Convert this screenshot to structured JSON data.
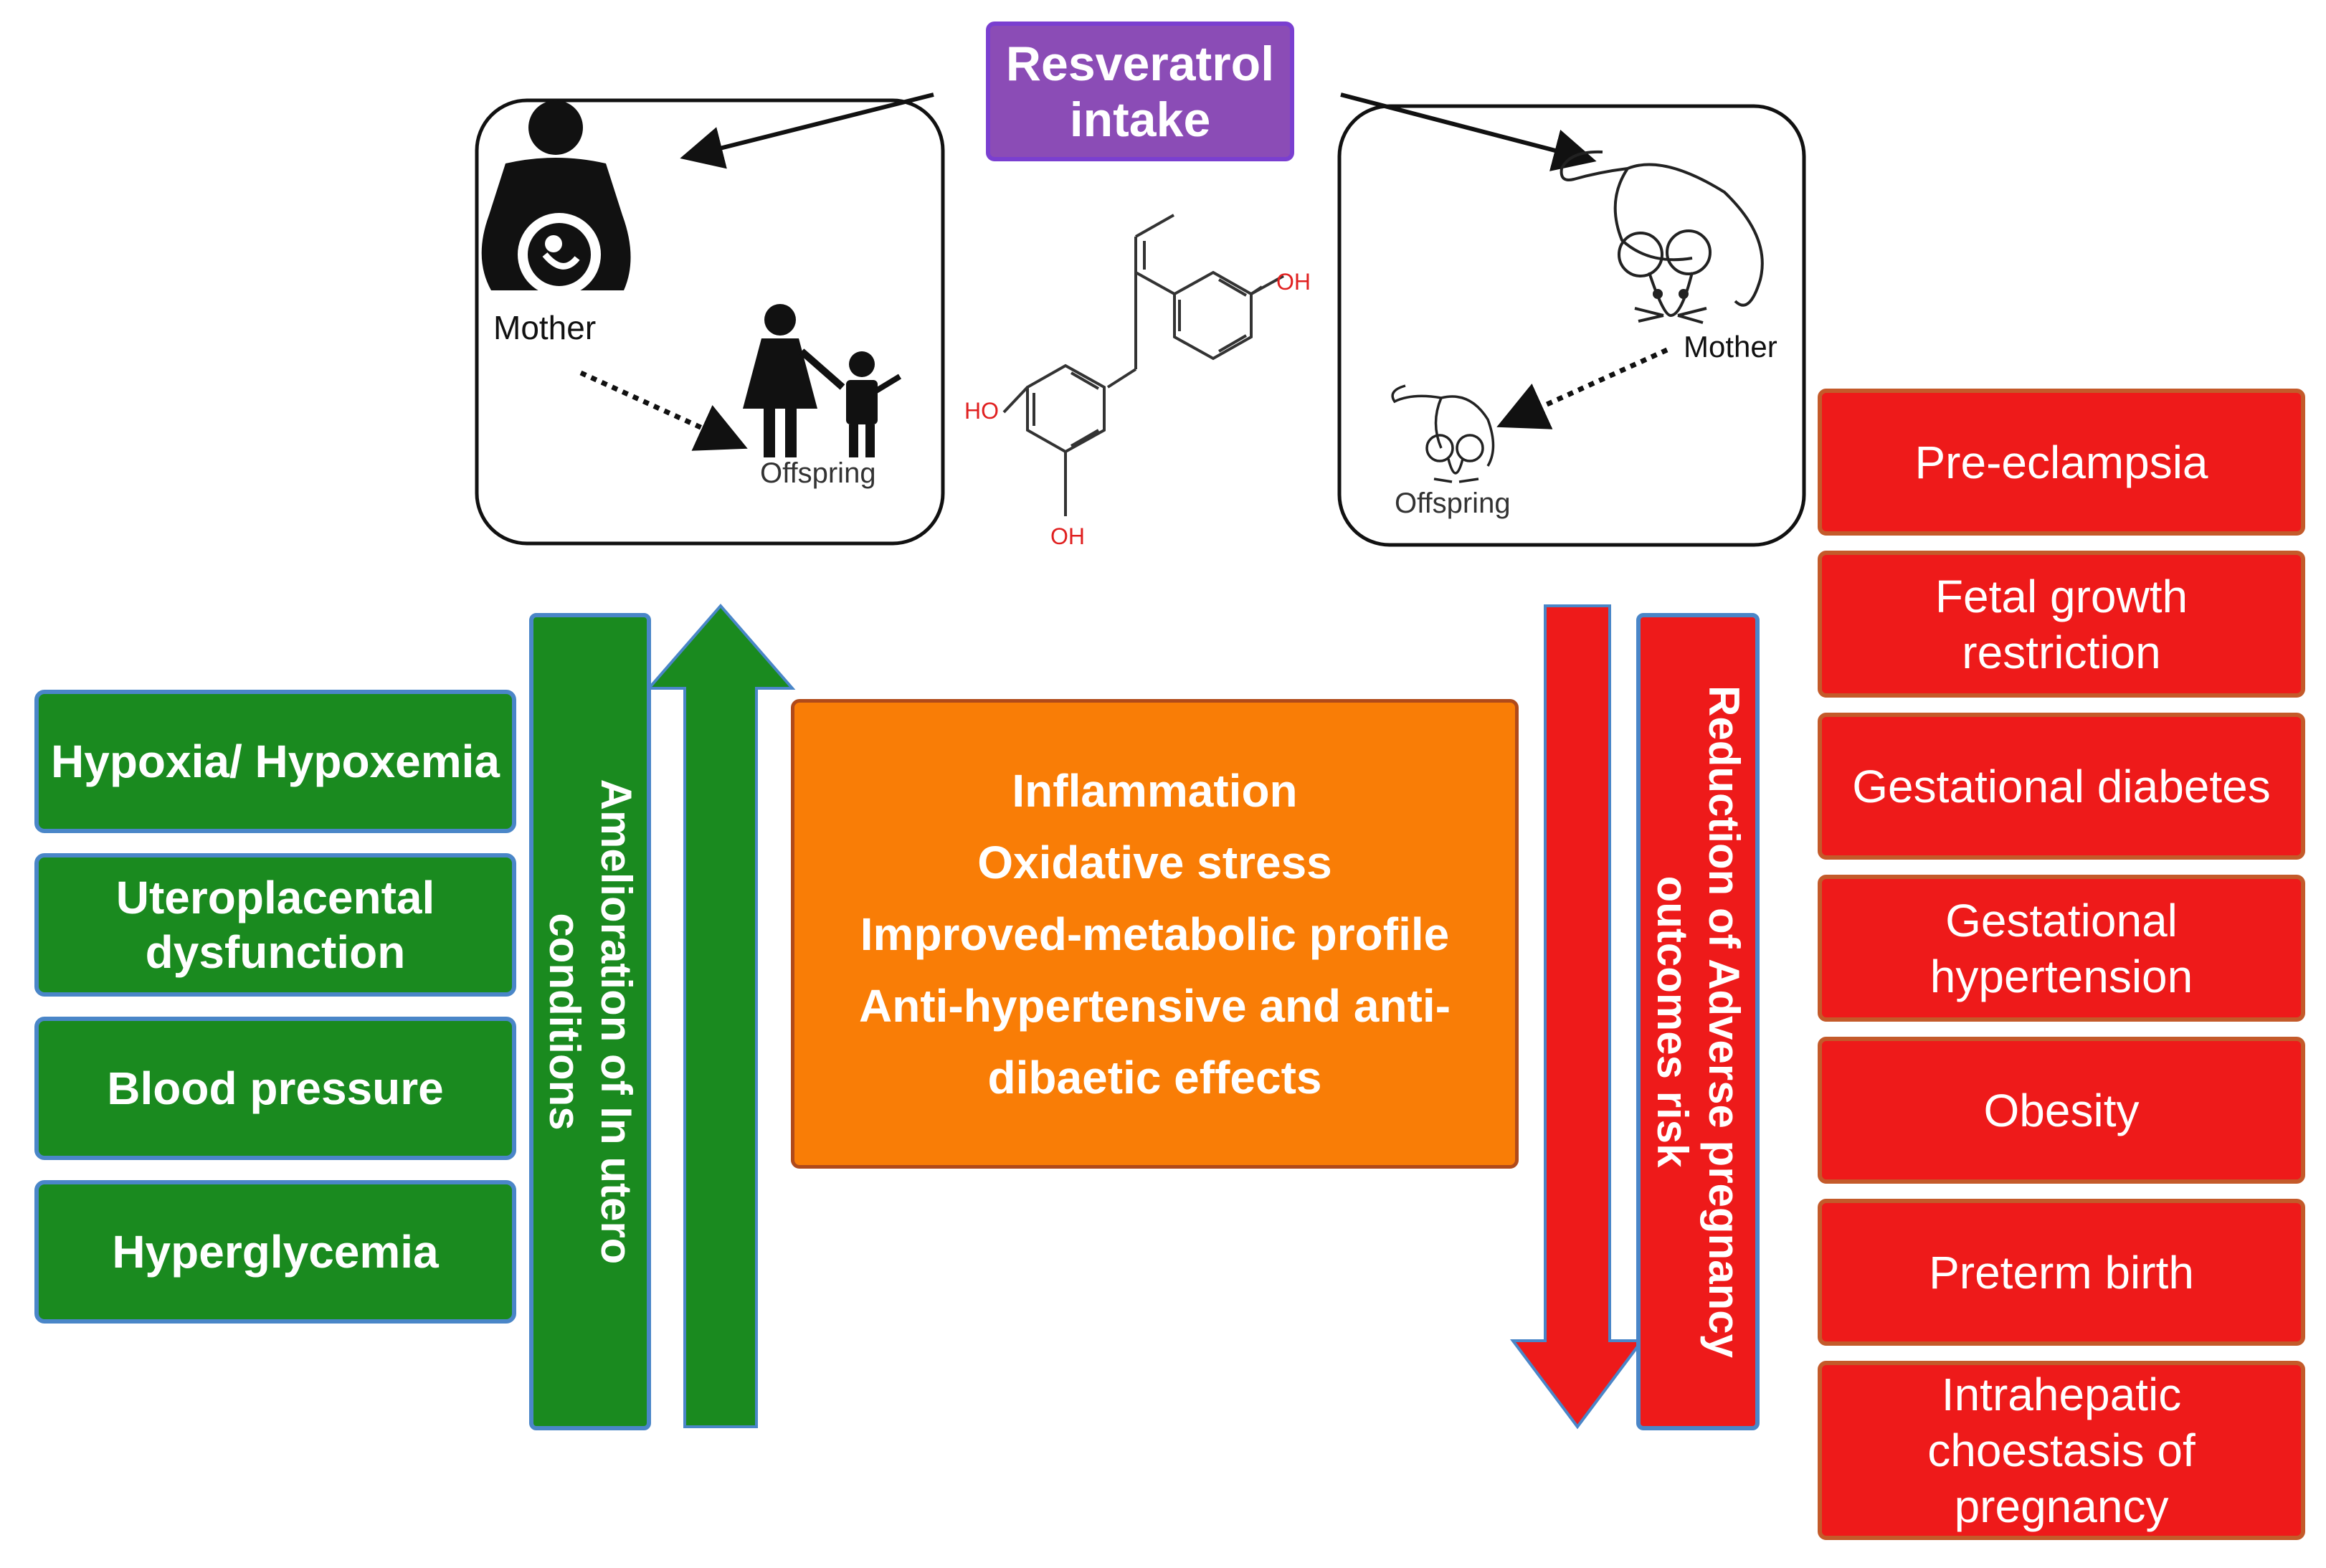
{
  "title": {
    "line1": "Resveratrol",
    "line2": "intake"
  },
  "human_panel": {
    "mother": "Mother",
    "offspring": "Offspring"
  },
  "rodent_panel": {
    "mother": "Mother",
    "offspring": "Offspring"
  },
  "molecule": {
    "oh_top": "OH",
    "ho_left": "HO",
    "oh_bottom": "OH"
  },
  "green_items": [
    {
      "line1": "Hypoxia/ Hypoxemia",
      "line2": ""
    },
    {
      "line1": "Uteroplacental",
      "line2": "dysfunction"
    },
    {
      "line1": "Blood pressure",
      "line2": ""
    },
    {
      "line1": "Hyperglycemia",
      "line2": ""
    }
  ],
  "green_vertical": {
    "line1": "Amelioration of In utero",
    "line2": "conditions"
  },
  "effects": [
    "Inflammation",
    "Oxidative stress",
    "Improved-metabolic profile",
    "Anti-hypertensive and anti-",
    "dibaetic effects"
  ],
  "red_vertical": {
    "line1": "Reduction of Adverse pregnancy",
    "line2": "outcomes  risk"
  },
  "red_items": [
    {
      "line1": "Pre-eclampsia",
      "line2": "",
      "line3": ""
    },
    {
      "line1": "Fetal growth",
      "line2": "restriction",
      "line3": ""
    },
    {
      "line1": "Gestational diabetes",
      "line2": "",
      "line3": ""
    },
    {
      "line1": "Gestational",
      "line2": "hypertension",
      "line3": ""
    },
    {
      "line1": "Obesity",
      "line2": "",
      "line3": ""
    },
    {
      "line1": "Preterm birth",
      "line2": "",
      "line3": ""
    },
    {
      "line1": "Intrahepatic",
      "line2": "choestasis of",
      "line3": "pregnancy"
    }
  ],
  "colors": {
    "green": "#1a8a1f",
    "red": "#ee1a1a",
    "orange": "#f97d06",
    "purple": "#8b4cb6"
  }
}
